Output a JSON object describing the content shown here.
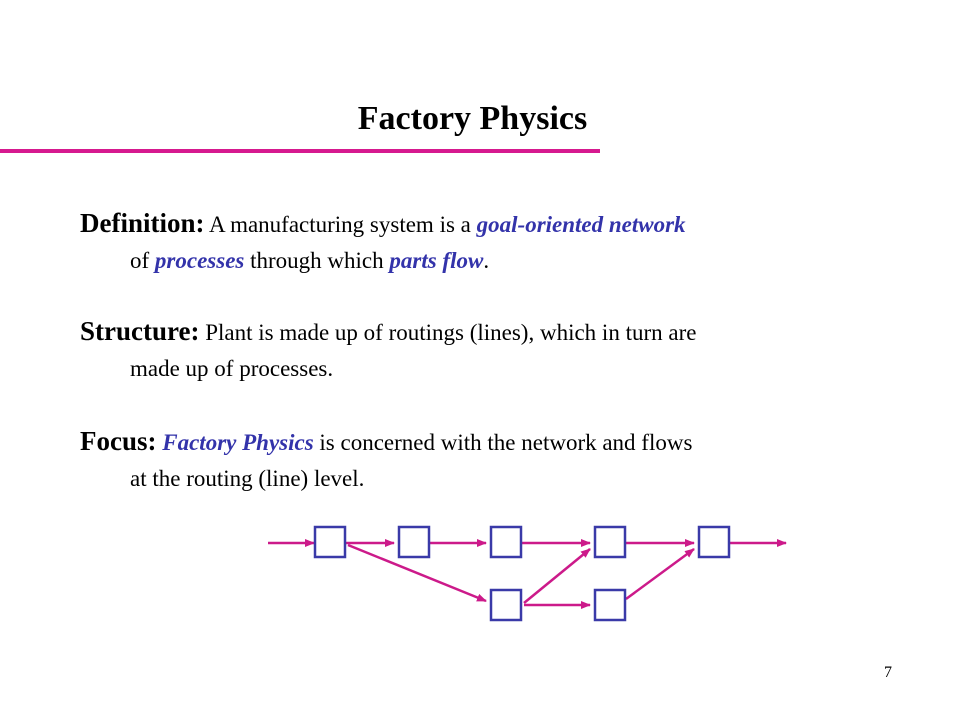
{
  "title": "Factory Physics",
  "colors": {
    "accent_rule": "#d6198f",
    "highlight_text": "#3333aa",
    "box_stroke": "#3a3aa8",
    "arrow": "#cc1a8a"
  },
  "definition": {
    "label": "Definition:",
    "t1": " A manufacturing system is a ",
    "h1": "goal-oriented network",
    "t2": "of ",
    "h2": "processes",
    "t3": " through which ",
    "h3": "parts flow",
    "t4": "."
  },
  "structure": {
    "label": "Structure:",
    "line1": " Plant is made up of routings (lines), which in turn are",
    "line2": "made up of processes."
  },
  "focus": {
    "label": "Focus:",
    "h1": " Factory Physics",
    "line1_rest": " is concerned with the network and flows",
    "line2": "at the routing (line) level."
  },
  "page_number": "7"
}
